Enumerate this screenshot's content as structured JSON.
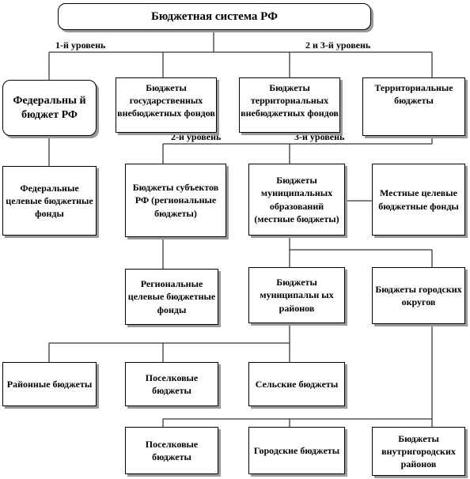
{
  "title": "Бюджетная система РФ",
  "levels": {
    "l1": "1-й уровень",
    "l23": "2 и 3-й уровень",
    "l2": "2-й уровень",
    "l3": "3-й уровень"
  },
  "boxes": {
    "federal_budget": "Федеральны й бюджет РФ",
    "state_extrabudget_funds": "Бюджеты государственных внебюджетных фондов",
    "territorial_extrabudget_funds": "Бюджеты территориальных внебюджетных фондов",
    "territorial_budgets": "Территориальные бюджеты",
    "federal_target_funds": "Федеральные целевые бюджетные фонды",
    "subjects_budgets": "Бюджеты субъектов РФ (региональные бюджеты)",
    "municipal_budgets": "Бюджеты муниципальных образований (местные бюджеты)",
    "local_target_funds": "Местные целевые бюджетные фонды",
    "regional_target_funds": "Региональные целевые бюджетные фонды",
    "municipal_districts": "Бюджеты муниципальн ых районов",
    "city_districts": "Бюджеты городских округов",
    "district_budgets": "Районные бюджеты",
    "settlement_budgets_1": "Поселковые бюджеты",
    "rural_budgets": "Сельские бюджеты",
    "settlement_budgets_2": "Поселковые бюджеты",
    "city_budgets": "Городские бюджеты",
    "intracity_districts": "Бюджеты внутригородских районов"
  }
}
